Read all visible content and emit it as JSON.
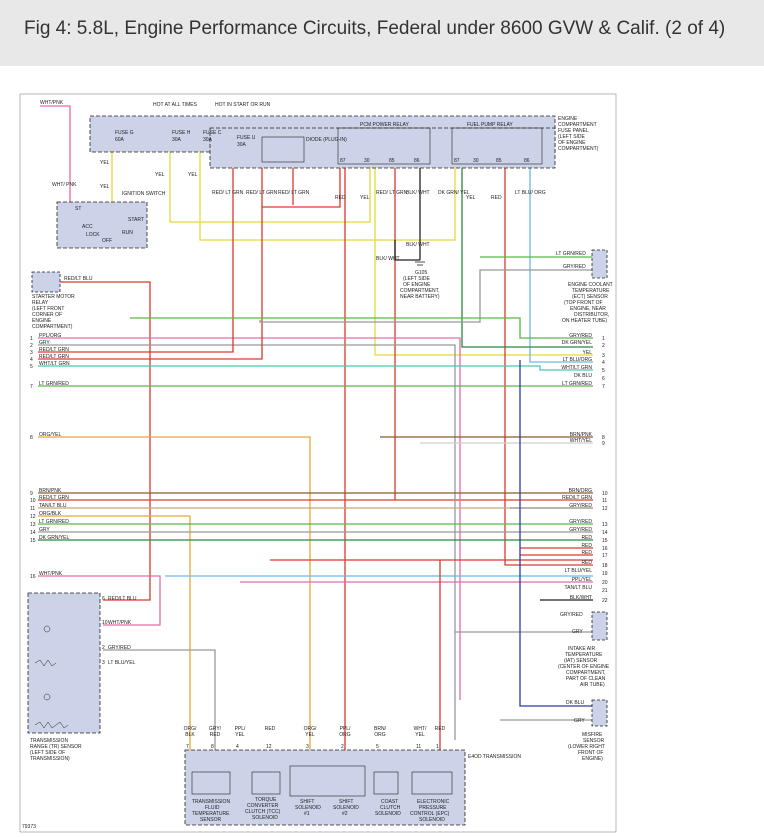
{
  "header": {
    "title": "Fig 4: 5.8L, Engine Performance Circuits, Federal under 8600 GVW & Calif. (2 of 4)"
  },
  "colors": {
    "red": "#d93a2b",
    "yellow": "#e8d83c",
    "green": "#5ab848",
    "pink": "#e86aa8",
    "orange": "#e8a838",
    "brown": "#8a5a2a",
    "gray": "#999999",
    "blue": "#2a3aa8",
    "tan": "#c8a878",
    "teal": "#4ac8b0",
    "dkgreen": "#2a8a3a",
    "lightblue": "#6ab8e8",
    "black": "#222222",
    "white": "#cfcfcf",
    "purple": "#a050b8"
  },
  "labels": {
    "hot_at_all_times": "HOT AT ALL TIMES",
    "hot_in_start_or_run": "HOT IN START OR RUN",
    "fuse_g": "FUSE G",
    "fuse_g_amp": "60A",
    "fuse_h": "FUSE H",
    "fuse_h_amp": "30A",
    "fuse_c": "FUSE C",
    "fuse_c_amp": "30A",
    "fuse_u": "FUSE U",
    "fuse_u_amp": "30A",
    "diode": "DIODE (PLUG-IN)",
    "pcm_power_relay": "PCM POWER RELAY",
    "fuel_pump_relay": "FUEL PUMP RELAY",
    "engine_fuse_panel": "ENGINE COMPARTMENT FUSE PANEL (LEFT SIDE OF ENGINE COMPARTMENT)",
    "ignition_switch": "IGNITION SWITCH",
    "acc": "ACC",
    "lock": "LOCK",
    "off": "OFF",
    "start": "START",
    "run": "RUN",
    "st": "ST",
    "starter_motor_relay": "STARTER MOTOR RELAY (LEFT FRONT CORNER OF ENGINE COMPARTMENT)",
    "g105": "G105 (LEFT SIDE OF ENGINE COMPARTMENT, NEAR BATTERY)",
    "ect_sensor": "ENGINE COOLANT TEMPERATURE (ECT) SENSOR (TOP FRONT OF ENGINE, NEAR DISTRIBUTOR, ON HEATER TUBE)",
    "iat_sensor": "INTAKE AIR TEMPERATURE (IAT) SENSOR (CENTER OF ENGINE COMPARTMENT, PART OF CLEAN AIR TUBE)",
    "misfire_sensor": "MISFIRE SENSOR (LOWER RIGHT FRONT OF ENGINE)",
    "tr_sensor": "TRANSMISSION RANGE (TR) SENSOR (LEFT SIDE OF TRANSMISSION)",
    "e4od": "E4OD TRANSMISSION",
    "tft_sensor": "TRANSMISSION FLUID TEMPERATURE SENSOR",
    "tcc_solenoid": "TORQUE CONVERTER CLUTCH (TCC) SOLENOID",
    "ss1": "SHIFT SOLENOID #1",
    "ss2": "SHIFT SOLENOID #2",
    "ccs": "COAST CLUTCH SOLENOID",
    "epc": "ELECTRONIC PRESSURE CONTROL (EPC) SOLENOID",
    "figure_id": "79373"
  },
  "relay_pins": [
    "87",
    "30",
    "85",
    "86",
    "87",
    "30",
    "85",
    "86"
  ],
  "left_wires": [
    {
      "pin": "1",
      "label": "PPL/ORG"
    },
    {
      "pin": "2",
      "label": "GRY"
    },
    {
      "pin": "3",
      "label": "RED/LT GRN"
    },
    {
      "pin": "4",
      "label": "RED/LT GRN"
    },
    {
      "pin": "5",
      "label": "WHT/LT GRN"
    },
    {
      "pin": "7",
      "label": "LT GRN/RED"
    },
    {
      "pin": "8",
      "label": "ORG/YEL"
    },
    {
      "pin": "9",
      "label": "BRN/PNK"
    },
    {
      "pin": "10",
      "label": "RED/LT GRN"
    },
    {
      "pin": "11",
      "label": "TAN/LT BLU"
    },
    {
      "pin": "12",
      "label": "ORG/BLK"
    },
    {
      "pin": "13",
      "label": "LT GRN/RED"
    },
    {
      "pin": "14",
      "label": "GRY"
    },
    {
      "pin": "15",
      "label": "DK GRN/YEL"
    },
    {
      "pin": "16",
      "label": "WHT/PNK"
    }
  ],
  "right_wires": [
    {
      "pin": "1",
      "label": "GRY/RED"
    },
    {
      "pin": "2",
      "label": "DK GRN/YEL"
    },
    {
      "pin": "3",
      "label": "YEL"
    },
    {
      "pin": "4",
      "label": "LT BLU/ORG"
    },
    {
      "pin": "5",
      "label": "WHT/LT GRN"
    },
    {
      "pin": "6",
      "label": "DK BLU"
    },
    {
      "pin": "7",
      "label": "LT GRN/RED"
    },
    {
      "pin": "8",
      "label": "BRN/PNK"
    },
    {
      "pin": "9",
      "label": "WHT/YEL"
    },
    {
      "pin": "10",
      "label": "BRN/ORG"
    },
    {
      "pin": "11",
      "label": "RED/LT GRN"
    },
    {
      "pin": "12",
      "label": "GRY/RED"
    },
    {
      "pin": "13",
      "label": "GRY/RED"
    },
    {
      "pin": "14",
      "label": "GRY/RED"
    },
    {
      "pin": "15",
      "label": "RED"
    },
    {
      "pin": "16",
      "label": "RED"
    },
    {
      "pin": "17",
      "label": "RED"
    },
    {
      "pin": "18",
      "label": "RED"
    },
    {
      "pin": "19",
      "label": "LT BLU/YEL"
    },
    {
      "pin": "20",
      "label": "PPL/YEL"
    },
    {
      "pin": "21",
      "label": "TAN/LT BLU"
    },
    {
      "pin": "22",
      "label": "BLK/WHT"
    }
  ],
  "top_wire_labels": {
    "wht_pnk_top": "WHT/PNK",
    "wht_pnk_left": "WHT/ PNK",
    "yel1": "YEL",
    "yel2": "YEL",
    "yel3": "YEL",
    "yel4": "YEL",
    "red_ltgrn1": "RED/ LT GRN",
    "red_ltgrn2": "RED/ LT GRN",
    "red_ltgrn3": "RED/ LT GRN",
    "red1": "RED",
    "yel5": "YEL",
    "red_ltgrn4": "RED/ LT GRN",
    "blk_wht1": "BLK/ WHT",
    "dkgrn_yel": "DK GRN/ YEL",
    "yel6": "YEL",
    "red2": "RED",
    "ltblu_org": "LT BLU/ ORG",
    "blk_wht2": "BLK/ WHT",
    "blk_wht3": "BLK/ WHT",
    "red_ltblu": "RED/LT BLU"
  },
  "sensor_wires": {
    "ect1": "LT GRN/RED",
    "ect2": "GRY/RED",
    "iat1": "GRY/RED",
    "iat2": "GRY",
    "mis1": "DK BLU",
    "mis2": "GRY",
    "tr1": "RED/LT BLU",
    "tr2": "WHT/PNK",
    "tr3": "GRY/RED",
    "tr4": "LT BLU/YEL",
    "tr_pins": [
      "6",
      "10",
      "2",
      "3"
    ]
  },
  "bottom_wires": [
    {
      "label": "ORG/ BLK",
      "pin": "7"
    },
    {
      "label": "GRY/ RED",
      "pin": "8"
    },
    {
      "label": "PPL/ YEL",
      "pin": "4"
    },
    {
      "label": "RED",
      "pin": "12"
    },
    {
      "label": "ORG/ YEL",
      "pin": "3"
    },
    {
      "label": "PPL/ ORG",
      "pin": "2"
    },
    {
      "label": "BRN/ ORG",
      "pin": "5"
    },
    {
      "label": "WHT/ YEL",
      "pin": "11"
    },
    {
      "label": "RED",
      "pin": "1"
    }
  ]
}
